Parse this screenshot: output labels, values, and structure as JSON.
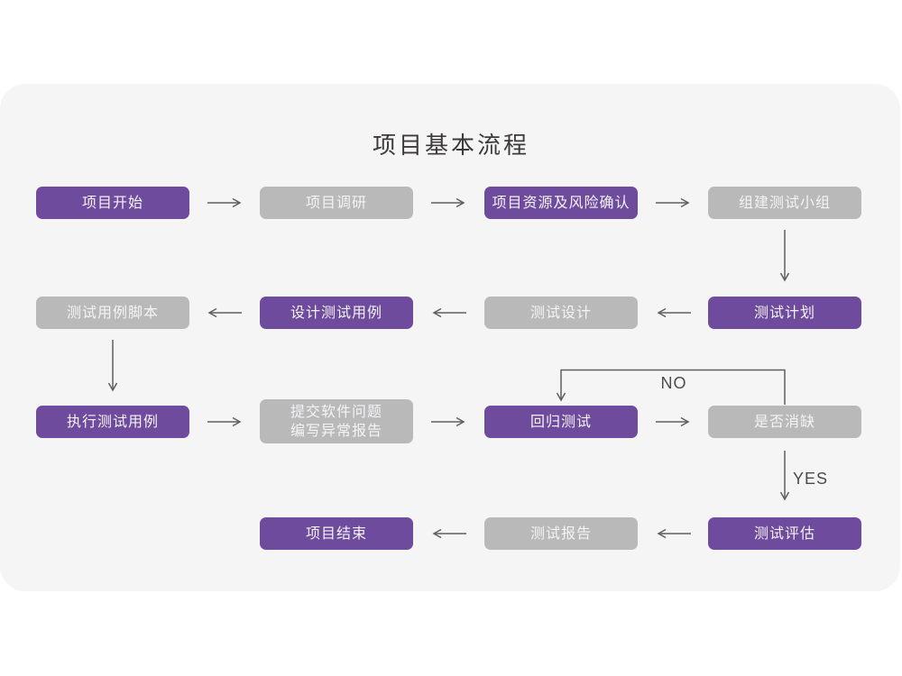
{
  "title": "项目基本流程",
  "edge_labels": {
    "no": "NO",
    "yes": "YES"
  },
  "colors": {
    "page_bg": "#ffffff",
    "card_bg": "#f5f5f6",
    "purple": "#6e4b9c",
    "gray": "#b9b9b9",
    "box_text": "#f4f3f6",
    "arrow": "#5f5f61",
    "title_text": "#3e3a39",
    "edge_label_text": "#4b4b4b"
  },
  "nodes": [
    {
      "label": "项目开始",
      "variant": "purple"
    },
    {
      "label": "项目调研",
      "variant": "gray"
    },
    {
      "label": "项目资源及风险确认",
      "variant": "purple"
    },
    {
      "label": "组建测试小组",
      "variant": "gray"
    },
    {
      "label": "测试用例脚本",
      "variant": "gray"
    },
    {
      "label": "设计测试用例",
      "variant": "purple"
    },
    {
      "label": "测试设计",
      "variant": "gray"
    },
    {
      "label": "测试计划",
      "variant": "purple"
    },
    {
      "label": "执行测试用例",
      "variant": "purple"
    },
    {
      "label": "提交软件问题\n编写异常报告",
      "variant": "gray"
    },
    {
      "label": "回归测试",
      "variant": "purple"
    },
    {
      "label": "是否消缺",
      "variant": "gray"
    },
    {
      "label": "项目结束",
      "variant": "purple"
    },
    {
      "label": "测试报告",
      "variant": "gray"
    },
    {
      "label": "测试评估",
      "variant": "purple"
    }
  ],
  "edges": [
    {
      "from": "项目开始",
      "to": "项目调研",
      "label": ""
    },
    {
      "from": "项目调研",
      "to": "项目资源及风险确认",
      "label": ""
    },
    {
      "from": "项目资源及风险确认",
      "to": "组建测试小组",
      "label": ""
    },
    {
      "from": "组建测试小组",
      "to": "测试计划",
      "label": ""
    },
    {
      "from": "测试计划",
      "to": "测试设计",
      "label": ""
    },
    {
      "from": "测试设计",
      "to": "设计测试用例",
      "label": ""
    },
    {
      "from": "设计测试用例",
      "to": "测试用例脚本",
      "label": ""
    },
    {
      "from": "测试用例脚本",
      "to": "执行测试用例",
      "label": ""
    },
    {
      "from": "执行测试用例",
      "to": "提交软件问题编写异常报告",
      "label": ""
    },
    {
      "from": "提交软件问题编写异常报告",
      "to": "回归测试",
      "label": ""
    },
    {
      "from": "回归测试",
      "to": "是否消缺",
      "label": ""
    },
    {
      "from": "是否消缺",
      "to": "回归测试",
      "label": "NO"
    },
    {
      "from": "是否消缺",
      "to": "测试评估",
      "label": "YES"
    },
    {
      "from": "测试评估",
      "to": "测试报告",
      "label": ""
    },
    {
      "from": "测试报告",
      "to": "项目结束",
      "label": ""
    }
  ]
}
